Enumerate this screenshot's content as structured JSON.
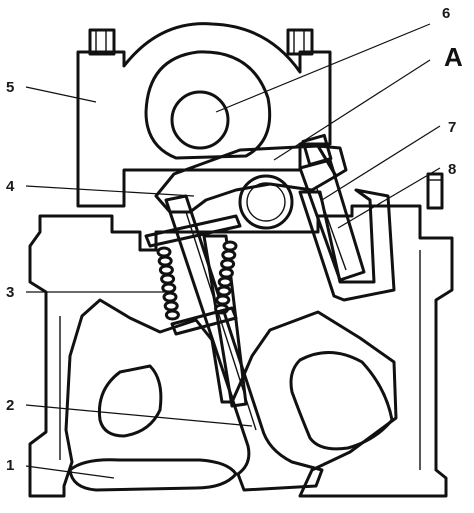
{
  "view_label": "A",
  "callouts": [
    {
      "number": "1"
    },
    {
      "number": "2"
    },
    {
      "number": "3"
    },
    {
      "number": "4"
    },
    {
      "number": "5"
    },
    {
      "number": "6"
    },
    {
      "number": "7"
    },
    {
      "number": "8"
    }
  ]
}
